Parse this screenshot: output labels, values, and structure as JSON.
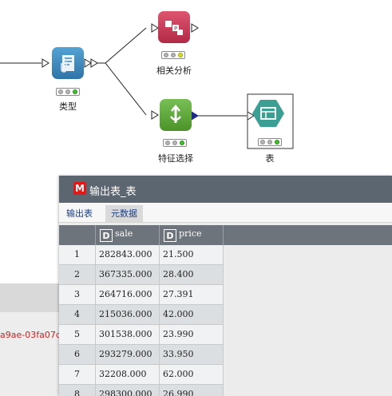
{
  "workflow": {
    "nodes": {
      "type_node": {
        "label": "类型",
        "icon": "document-clip-icon",
        "color": "#3e86b8"
      },
      "correlation_node": {
        "label": "相关分析",
        "icon": "correlation-blocks-icon",
        "color": "#c8344e"
      },
      "feature_node": {
        "label": "特征选择",
        "icon": "feature-select-arrows-icon",
        "color": "#59a83a"
      },
      "table_node": {
        "label": "表",
        "icon": "table-hexagon-icon",
        "color": "#3c9f93"
      }
    }
  },
  "background_text": {
    "id_fragment": "a9ae-03fa07c"
  },
  "output_dialog": {
    "title": "输出表_表",
    "logo_letter": "M",
    "tabs": [
      "输出表",
      "元数据"
    ],
    "active_tab": 0,
    "columns": [
      {
        "type_badge": "D",
        "name": "sale"
      },
      {
        "type_badge": "D",
        "name": "price"
      }
    ],
    "rows": [
      {
        "index": "1",
        "sale": "282843.000",
        "price": "21.500"
      },
      {
        "index": "2",
        "sale": "367335.000",
        "price": "28.400"
      },
      {
        "index": "3",
        "sale": "264716.000",
        "price": "27.391"
      },
      {
        "index": "4",
        "sale": "215036.000",
        "price": "42.000"
      },
      {
        "index": "5",
        "sale": "301538.000",
        "price": "23.990"
      },
      {
        "index": "6",
        "sale": "293279.000",
        "price": "33.950"
      },
      {
        "index": "7",
        "sale": "32208.000",
        "price": "62.000"
      },
      {
        "index": "8",
        "sale": "298300.000",
        "price": "26.990"
      }
    ]
  }
}
